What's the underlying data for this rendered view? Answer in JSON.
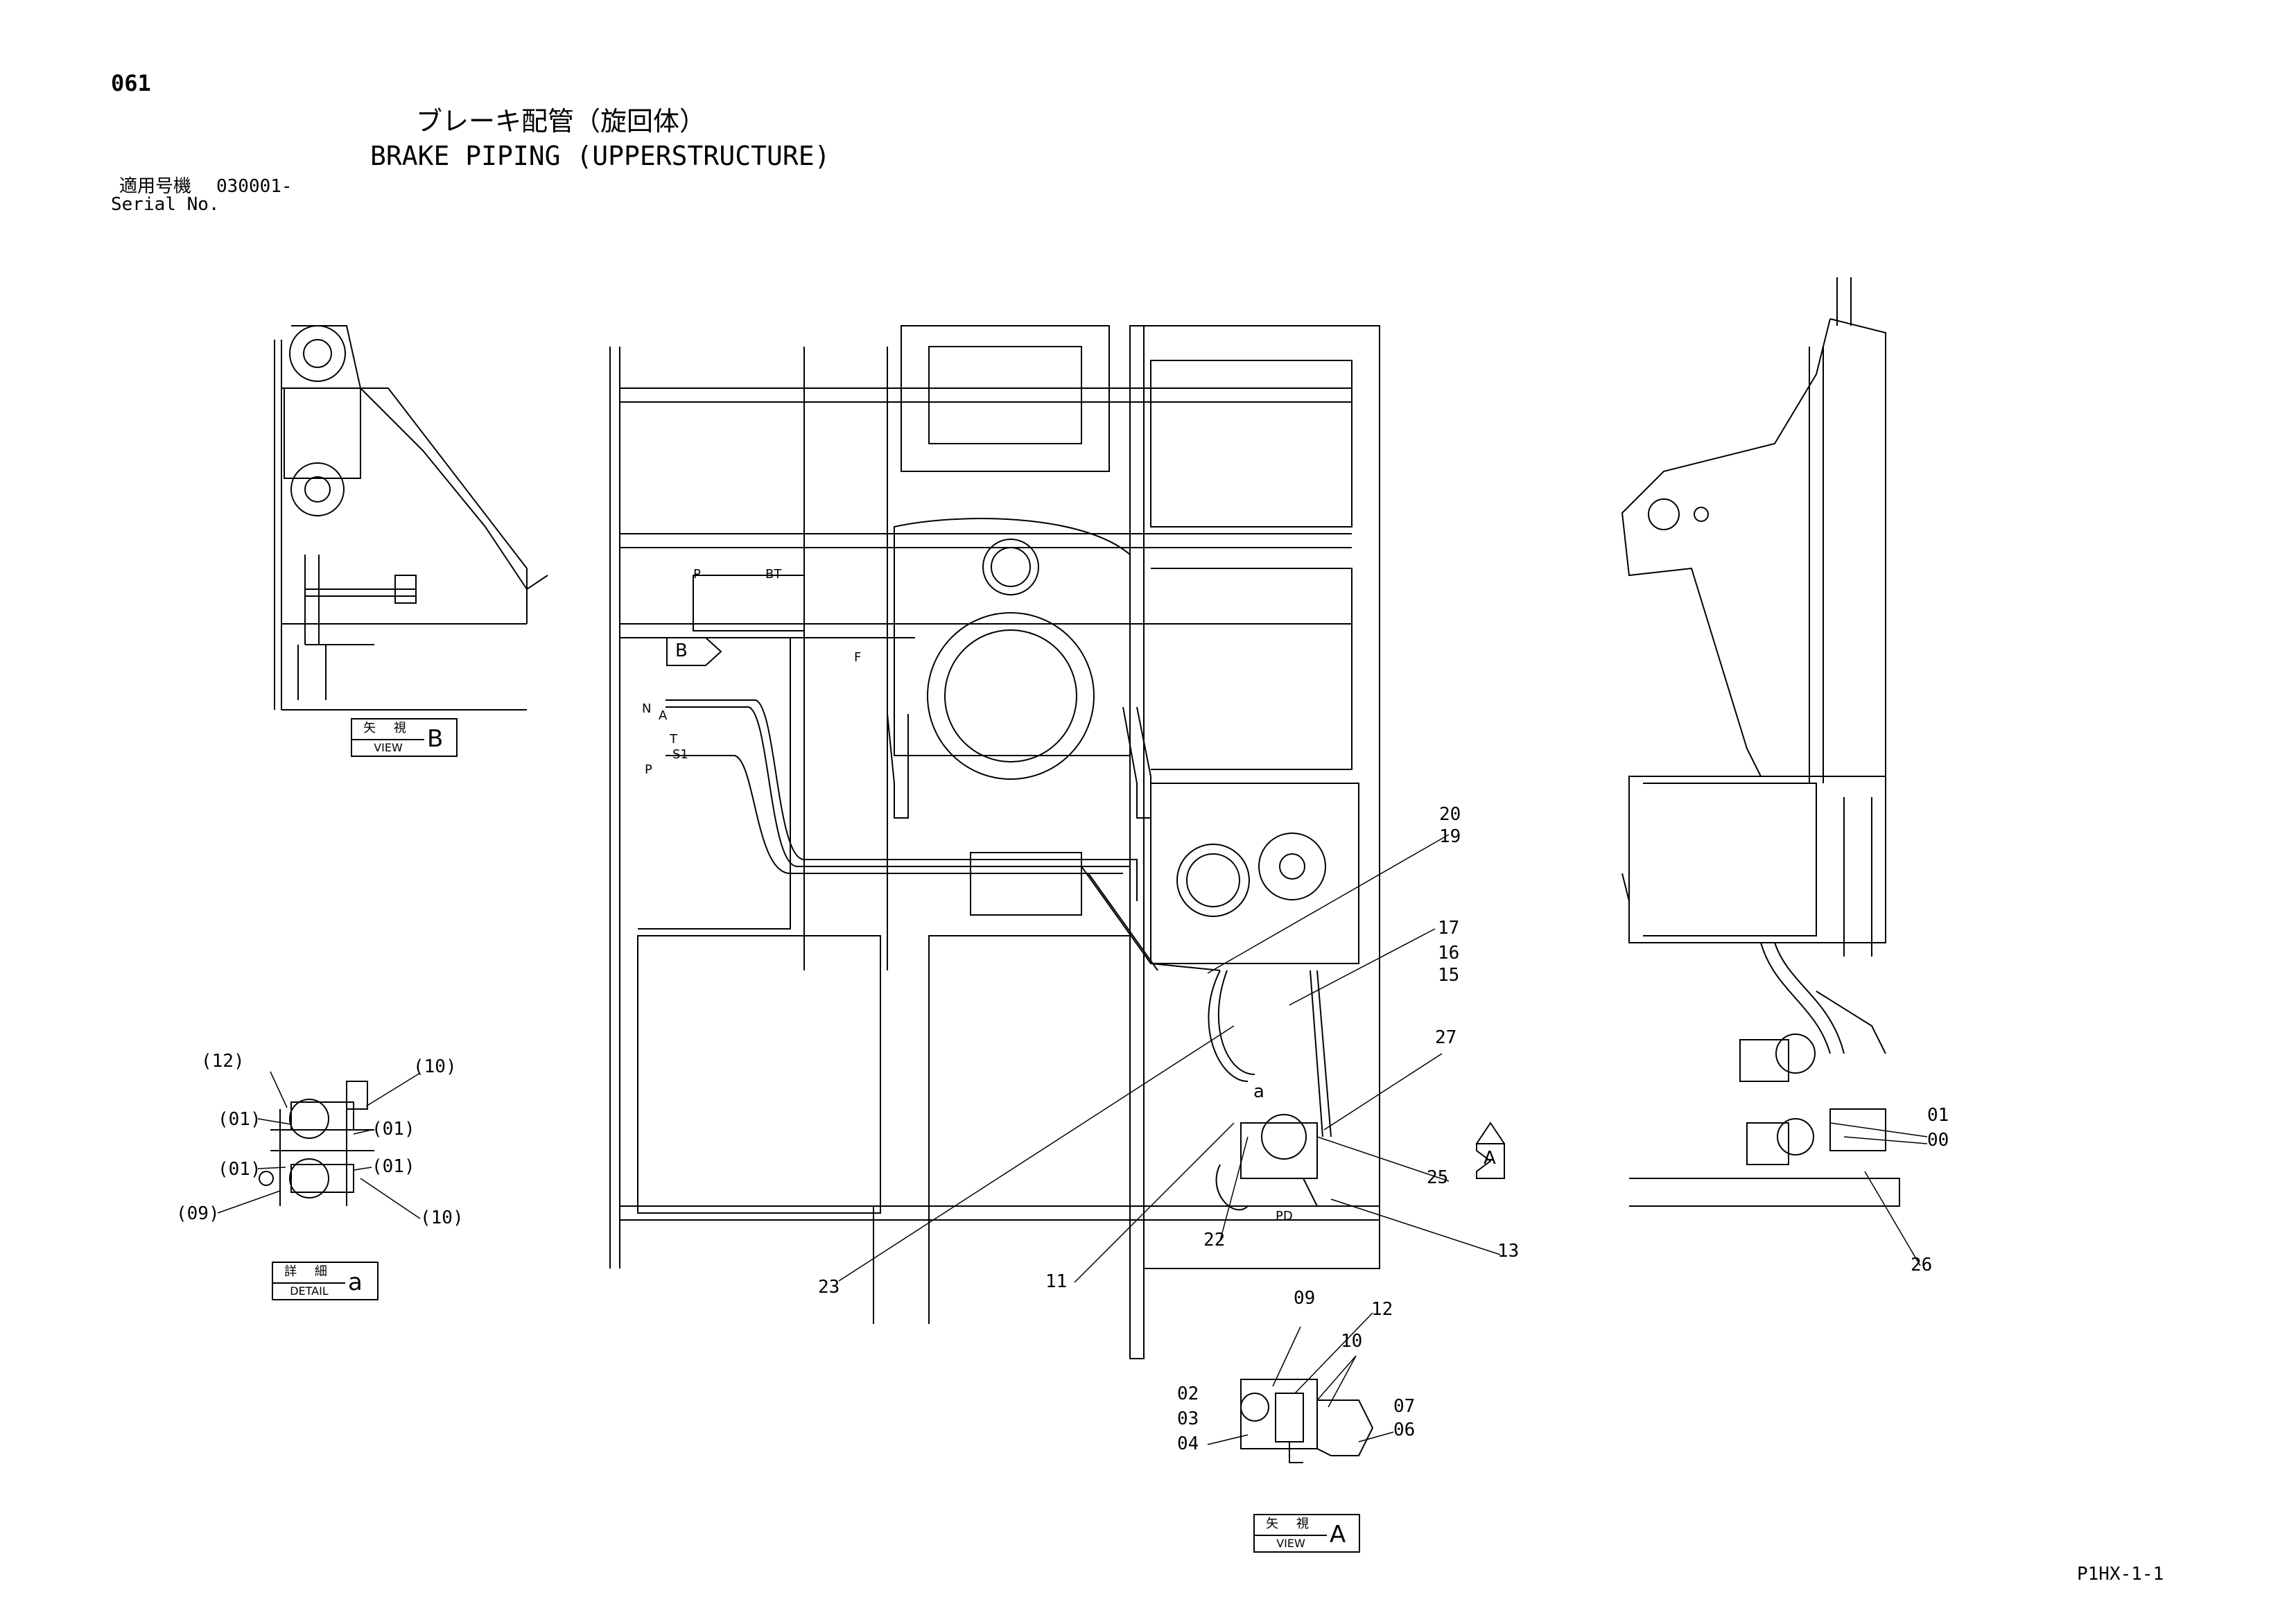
{
  "header": {
    "page_number": "061",
    "title_jp": "ブレーキ配管（旋回体）",
    "title_en": "BRAKE PIPING (UPPERSTRUCTURE)",
    "serial_label_jp": "適用号機",
    "serial_value": "030001-",
    "serial_label_en": "Serial No."
  },
  "footer": {
    "drawing_code": "P1HX-1-1"
  },
  "view_labels": {
    "view_b": {
      "jp": "矢 視",
      "en": "VIEW",
      "letter": "B"
    },
    "detail_a": {
      "jp": "詳 細",
      "en": "DETAIL",
      "letter": "a"
    },
    "view_a": {
      "jp": "矢 視",
      "en": "VIEW",
      "letter": "A"
    }
  },
  "markers": {
    "arrow_b": "B",
    "arrow_a": "A",
    "detail_circle": "a",
    "port_p_top": "P",
    "port_bt": "BT",
    "port_f": "F",
    "port_n": "N",
    "port_a": "A",
    "port_t": "T",
    "port_s1": "S1",
    "port_p_bottom": "P",
    "port_pd": "PD"
  },
  "callouts": {
    "detail": [
      "(12)",
      "(10)",
      "(01)",
      "(01)",
      "(01)",
      "(01)",
      "(09)",
      "(10)"
    ],
    "main": [
      "20",
      "19",
      "17",
      "16",
      "15",
      "27",
      "25",
      "13",
      "22",
      "11",
      "23"
    ],
    "side": [
      "01",
      "00",
      "26"
    ],
    "view_a": [
      "09",
      "12",
      "10",
      "02",
      "03",
      "04",
      "07",
      "06"
    ]
  }
}
